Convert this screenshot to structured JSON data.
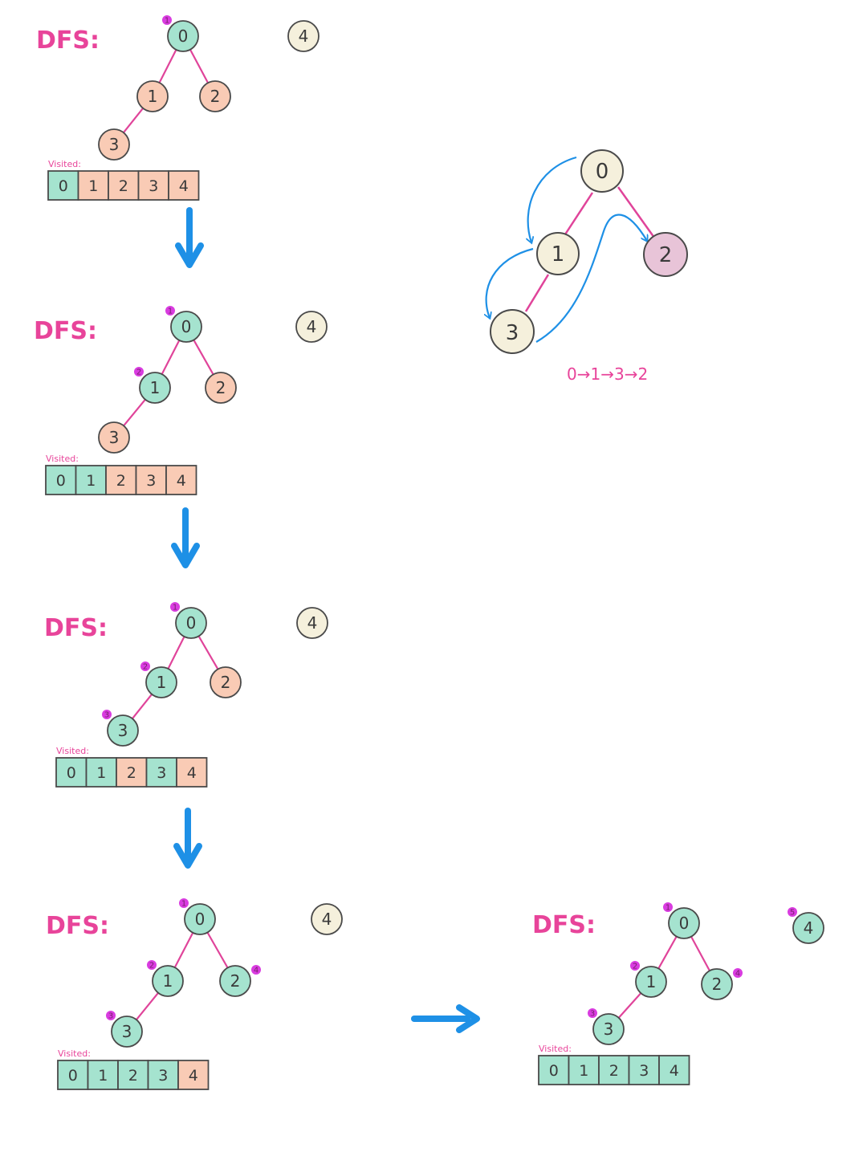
{
  "title": "DFS:",
  "visited_label": "Visited:",
  "colors": {
    "visited": "#a5e3cf",
    "unvisited": "#f9cbb5",
    "isolated": "#f5f0dc",
    "edge": "#e0449a",
    "arrow": "#1e90e6",
    "order_badge": "#d93ce0",
    "title": "#e8449a",
    "example_node": "#f5f0dc",
    "example_highlight": "#e8c4d8"
  },
  "steps": [
    {
      "visited": [
        0
      ],
      "nodes": [
        {
          "label": "0",
          "order": "1"
        },
        {
          "label": "1",
          "order": ""
        },
        {
          "label": "2",
          "order": ""
        },
        {
          "label": "3",
          "order": ""
        },
        {
          "label": "4",
          "order": ""
        }
      ],
      "cells": [
        "0",
        "1",
        "2",
        "3",
        "4"
      ]
    },
    {
      "visited": [
        0,
        1
      ],
      "nodes": [
        {
          "label": "0",
          "order": "1"
        },
        {
          "label": "1",
          "order": "2"
        },
        {
          "label": "2",
          "order": ""
        },
        {
          "label": "3",
          "order": ""
        },
        {
          "label": "4",
          "order": ""
        }
      ],
      "cells": [
        "0",
        "1",
        "2",
        "3",
        "4"
      ]
    },
    {
      "visited": [
        0,
        1,
        3
      ],
      "nodes": [
        {
          "label": "0",
          "order": "1"
        },
        {
          "label": "1",
          "order": "2"
        },
        {
          "label": "2",
          "order": ""
        },
        {
          "label": "3",
          "order": "3"
        },
        {
          "label": "4",
          "order": ""
        }
      ],
      "cells": [
        "0",
        "1",
        "2",
        "3",
        "4"
      ]
    },
    {
      "visited": [
        0,
        1,
        2,
        3
      ],
      "nodes": [
        {
          "label": "0",
          "order": "1"
        },
        {
          "label": "1",
          "order": "2"
        },
        {
          "label": "2",
          "order": "4"
        },
        {
          "label": "3",
          "order": "3"
        },
        {
          "label": "4",
          "order": ""
        }
      ],
      "cells": [
        "0",
        "1",
        "2",
        "3",
        "4"
      ]
    },
    {
      "visited": [
        0,
        1,
        2,
        3,
        4
      ],
      "nodes": [
        {
          "label": "0",
          "order": "1"
        },
        {
          "label": "1",
          "order": "2"
        },
        {
          "label": "2",
          "order": "4"
        },
        {
          "label": "3",
          "order": "3"
        },
        {
          "label": "4",
          "order": "5"
        }
      ],
      "cells": [
        "0",
        "1",
        "2",
        "3",
        "4"
      ]
    }
  ],
  "example": {
    "nodes": [
      "0",
      "1",
      "2",
      "3"
    ],
    "path": "0→1→3→2"
  }
}
